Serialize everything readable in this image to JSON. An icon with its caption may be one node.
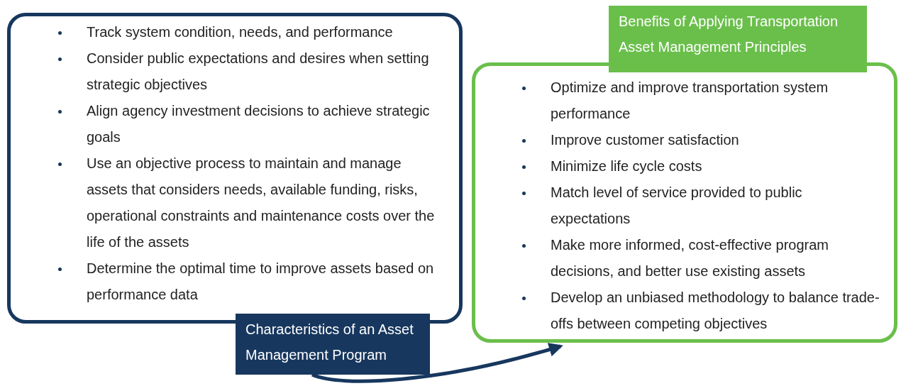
{
  "diagram": {
    "nodes": [
      {
        "text": [
          "Track system condition, needs, and performance",
          "Consider public expectations and desires when setting strategic objectives",
          "Align agency investment decisions to achieve strategic goals",
          "Use an objective process to maintain and manage assets that considers needs, available funding, risks, operational constraints and maintenance costs over the life of the assets",
          "Determine the optimal time to improve assets based on performance data"
        ]
      },
      {
        "text": [
          "Characteristics of an Asset Management Program"
        ]
      },
      {
        "text": [
          "Optimize and improve transportation system performance",
          "Improve customer satisfaction",
          "Minimize life cycle costs",
          "Match level of service provided to public expectations",
          "Make more informed, cost-effective program decisions, and better use existing assets",
          "Develop an unbiased methodology to balance trade-offs between competing objectives"
        ]
      },
      {
        "text": [
          "Benefits of Applying Transportation Asset Management Principles"
        ]
      }
    ],
    "edges": [
      {
        "from": 1,
        "to": 2,
        "arrow": "to"
      }
    ]
  }
}
